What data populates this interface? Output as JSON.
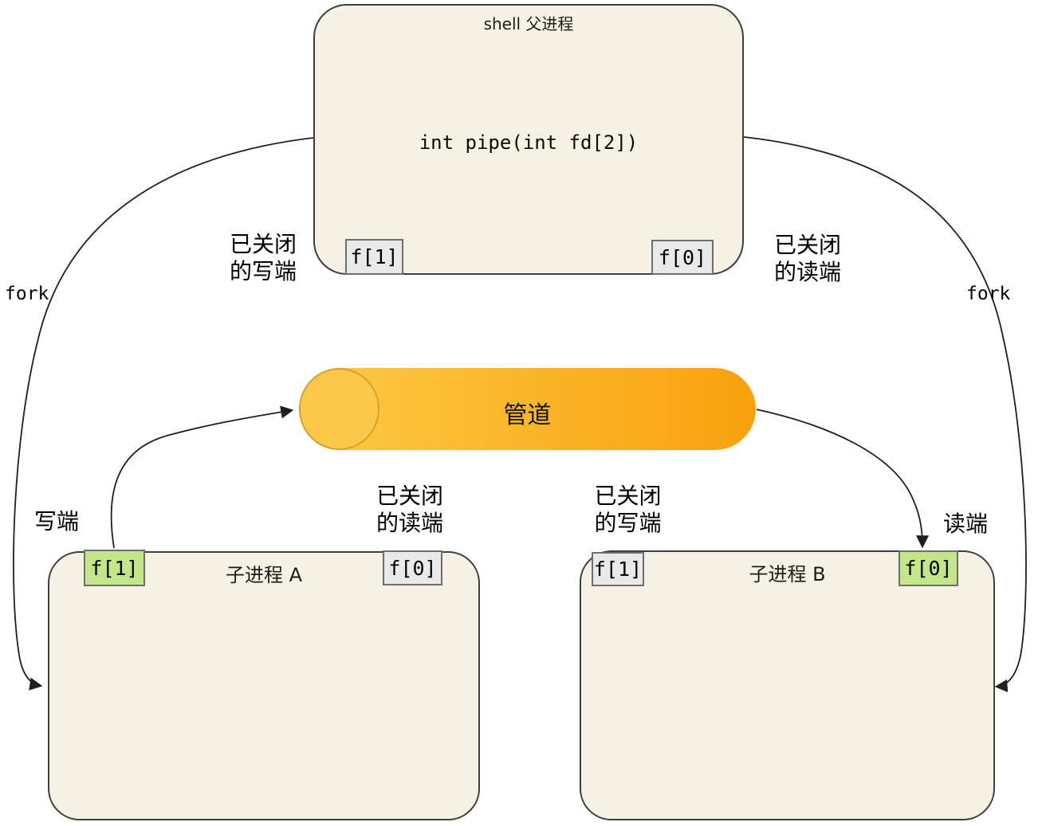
{
  "colors": {
    "background": "#ffffff",
    "process_box_fill": "#f5f1e3",
    "process_box_border": "#3e3e3e",
    "fd_box_gray_fill": "#e9e9e9",
    "fd_box_green_fill": "#c3e68a",
    "fd_box_border": "#6e6e6e",
    "pipe_gradient_start": "#fcca45",
    "pipe_gradient_end": "#f9a10d",
    "pipe_cap_fill": "#fbc84a",
    "pipe_cap_stroke": "#d9a02c",
    "arrow_color": "#1f1f1f",
    "text_color": "#000000"
  },
  "parent_process": {
    "title": "shell 父进程",
    "code": "int pipe(int fd[2])",
    "fd_write": "f[1]",
    "fd_read": "f[0]"
  },
  "pipe": {
    "label": "管道"
  },
  "child_a": {
    "title": "子进程 A",
    "fd_write": "f[1]",
    "fd_read": "f[0]"
  },
  "child_b": {
    "title": "子进程 B",
    "fd_write": "f[1]",
    "fd_read": "f[0]"
  },
  "fork": {
    "left": "fork",
    "right": "fork"
  },
  "labels": {
    "parent_closed_write": {
      "line1": "已关闭",
      "line2": "的写端"
    },
    "parent_closed_read": {
      "line1": "已关闭",
      "line2": "的读端"
    },
    "child_a_closed_read": {
      "line1": "已关闭",
      "line2": "的读端"
    },
    "child_b_closed_write": {
      "line1": "已关闭",
      "line2": "的写端"
    },
    "write_end": "写端",
    "read_end": "读端"
  }
}
